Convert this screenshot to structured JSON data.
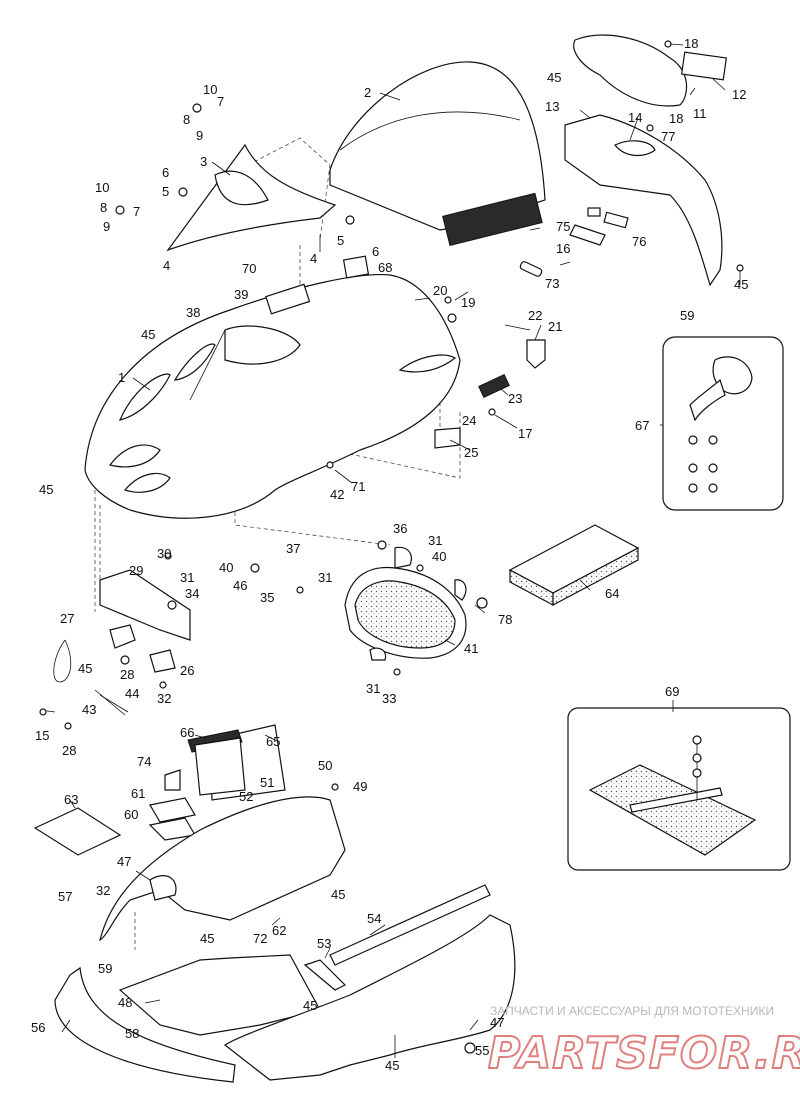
{
  "watermark": {
    "tagline": "ЗАПЧАСТИ И АКСЕССУАРЫ ДЛЯ МОТОТЕХНИКИ",
    "brand": "PARTSFOR.RU"
  },
  "callouts": {
    "c1": "1",
    "c2": "2",
    "c3": "3",
    "c4a": "4",
    "c4b": "4",
    "c5a": "5",
    "c5b": "5",
    "c6a": "6",
    "c6b": "6",
    "c7a": "7",
    "c7b": "7",
    "c8a": "8",
    "c8b": "8",
    "c9a": "9",
    "c9b": "9",
    "c10a": "10",
    "c10b": "10",
    "c11": "11",
    "c12": "12",
    "c13": "13",
    "c14": "14",
    "c15": "15",
    "c16": "16",
    "c17": "17",
    "c18a": "18",
    "c18b": "18",
    "c19": "19",
    "c20": "20",
    "c21": "21",
    "c22": "22",
    "c23": "23",
    "c24": "24",
    "c25": "25",
    "c26": "26",
    "c27": "27",
    "c28a": "28",
    "c28b": "28",
    "c29": "29",
    "c30": "30",
    "c31a": "31",
    "c31b": "31",
    "c31c": "31",
    "c31d": "31",
    "c32a": "32",
    "c32b": "32",
    "c33": "33",
    "c34": "34",
    "c35": "35",
    "c36": "36",
    "c37": "37",
    "c38": "38",
    "c39": "39",
    "c40a": "40",
    "c40b": "40",
    "c41": "41",
    "c42": "42",
    "c43": "43",
    "c44": "44",
    "c45a": "45",
    "c45b": "45",
    "c45c": "45",
    "c45d": "45",
    "c45e": "45",
    "c45f": "45",
    "c45g": "45",
    "c45h": "45",
    "c45i": "45",
    "c46": "46",
    "c47a": "47",
    "c47b": "47",
    "c48": "48",
    "c49": "49",
    "c50": "50",
    "c51": "51",
    "c52": "52",
    "c53": "53",
    "c54": "54",
    "c55": "55",
    "c56": "56",
    "c57": "57",
    "c58": "58",
    "c59a": "59",
    "c59b": "59",
    "c60": "60",
    "c61": "61",
    "c62": "62",
    "c63": "63",
    "c64": "64",
    "c65": "65",
    "c66": "66",
    "c67": "67",
    "c68": "68",
    "c69": "69",
    "c70": "70",
    "c71": "71",
    "c72": "72",
    "c73": "73",
    "c74": "74",
    "c75": "75",
    "c76": "76",
    "c77": "77",
    "c78": "78"
  }
}
